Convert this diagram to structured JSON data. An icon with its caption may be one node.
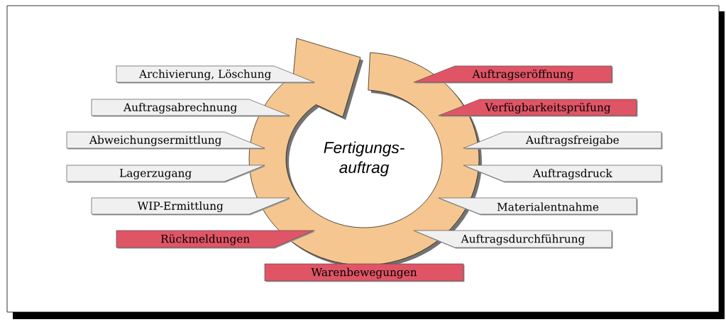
{
  "diagram": {
    "nodes": [
      {
        "text": [
          "Fertigungs- auftrag"
        ]
      },
      {
        "text": [
          "Archivierung, Löschung"
        ]
      },
      {
        "text": [
          "Auftragseröffnung"
        ]
      },
      {
        "text": [
          "Auftragsabrechnung"
        ]
      },
      {
        "text": [
          "Verfügbarkeitsprüfung"
        ]
      },
      {
        "text": [
          "Abweichungsermittlung"
        ]
      },
      {
        "text": [
          "Auftragsfreigabe"
        ]
      },
      {
        "text": [
          "Lagerzugang"
        ]
      },
      {
        "text": [
          "Auftragsdruck"
        ]
      },
      {
        "text": [
          "WIP-Ermittlung"
        ]
      },
      {
        "text": [
          "Materialentnahme"
        ]
      },
      {
        "text": [
          "Rückmeldungen"
        ]
      },
      {
        "text": [
          "Auftragsdurchführung"
        ]
      },
      {
        "text": [
          "Warenbewegungen"
        ]
      }
    ]
  }
}
